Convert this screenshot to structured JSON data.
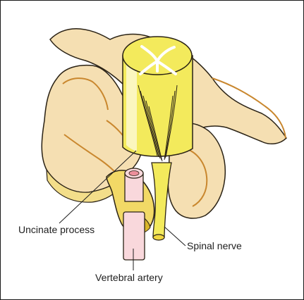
{
  "labels": {
    "uncinate_process": "Uncinate process",
    "spinal_nerve": "Spinal nerve",
    "vertebral_artery": "Vertebral artery"
  },
  "colors": {
    "bone": "#f5dfb2",
    "bone_outline": "#2a2215",
    "bone_ridge": "#c9872e",
    "cord_yellow": "#f3ea5c",
    "cord_light": "#fbf6bf",
    "artery_pink": "#f9d8dc",
    "artery_lumen": "#ec8f9b",
    "leader_line": "#1e1e1e"
  }
}
